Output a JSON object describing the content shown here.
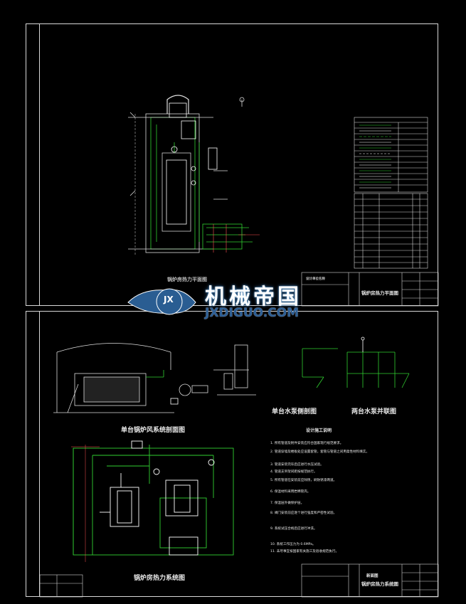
{
  "top_sheet": {
    "plan_title": "锅炉房热力平面图",
    "title_block_name": "锅炉房热力平面图",
    "title_block_small": "设计单位名称"
  },
  "watermark": {
    "brand_cn": "机械帝国",
    "brand_en": "JXDIGUO.COM",
    "logo_letters": "JX"
  },
  "bottom_sheet": {
    "title_single_pump": "单台水泵侧剖图",
    "title_two_pumps": "两台水泵并联图",
    "title_fan_system": "单台锅炉风系统剖面图",
    "title_thermal_system": "锅炉房热力系统图",
    "notes_title": "设计施工说明",
    "notes": [
      "1. 所有管道及附件安装应符合国家现行规范要求。",
      "2. 管道穿墙及楼板处应设置套管，套管与管道之间用柔性材料填实。",
      "3. 管道安装完毕后应进行水压试验。",
      "4. 管道支吊架间距按规范执行。",
      "5. 所有管道在安装前应除锈，刷防锈漆两道。",
      "6. 保温材料采用岩棉管壳。",
      "7. 保温层外做保护层。",
      "8. 阀门安装前应逐个进行强度和严密性试验。",
      "9. 系统试压合格后应进行冲洗。",
      "10. 系统工作压力为 0.6MPa。",
      "11. 未尽事宜按国家有关施工及验收规范执行。"
    ],
    "title_block_name": "锅炉房热力系统图",
    "title_block_sub": "新面图"
  }
}
